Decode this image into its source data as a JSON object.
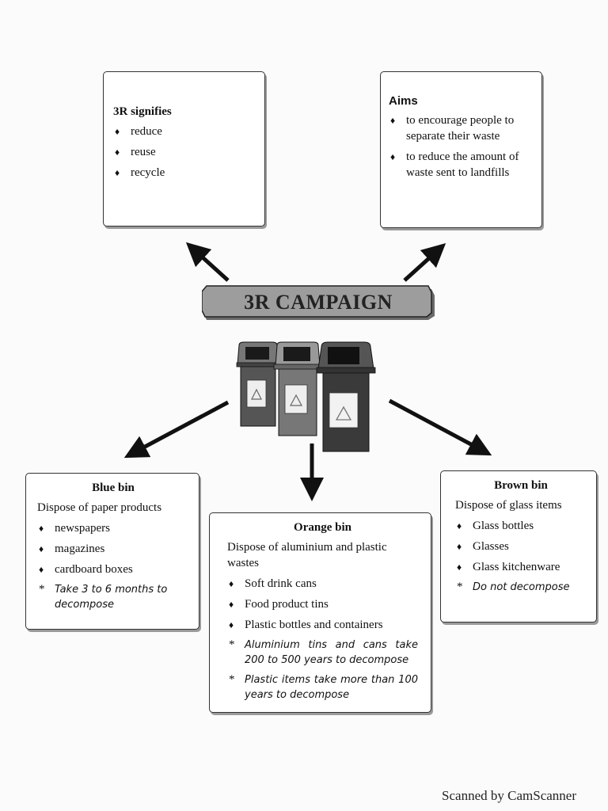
{
  "banner": {
    "title": "3R CAMPAIGN"
  },
  "box_3r": {
    "title": "3R signifies",
    "items": [
      "reduce",
      "reuse",
      "recycle"
    ]
  },
  "box_aims": {
    "title": "Aims",
    "items": [
      "to encourage people to separate their waste",
      "to reduce the amount of waste sent to landfills"
    ]
  },
  "blue_bin": {
    "title": "Blue bin",
    "intro": "Dispose of paper products",
    "items": [
      "newspapers",
      "magazines",
      "cardboard boxes"
    ],
    "notes": [
      "Take 3 to 6 months to decompose"
    ]
  },
  "orange_bin": {
    "title": "Orange bin",
    "intro": "Dispose of aluminium and plastic wastes",
    "items": [
      "Soft drink cans",
      "Food product tins",
      "Plastic bottles and containers"
    ],
    "notes": [
      "Aluminium tins and cans take 200 to 500 years to decompose",
      "Plastic items take more than 100 years to decompose"
    ]
  },
  "brown_bin": {
    "title": "Brown bin",
    "intro": "Dispose of glass items",
    "items": [
      "Glass bottles",
      "Glasses",
      "Glass kitchenware"
    ],
    "notes": [
      "Do not decompose"
    ]
  },
  "symbols": {
    "bullet": "♦",
    "note_marker": "*"
  },
  "icons": {
    "bins_image": "recycling-bins-icon",
    "recycle_symbol": "recycle-icon"
  },
  "footer": {
    "scanner_text": "Scanned by CamScanner"
  }
}
